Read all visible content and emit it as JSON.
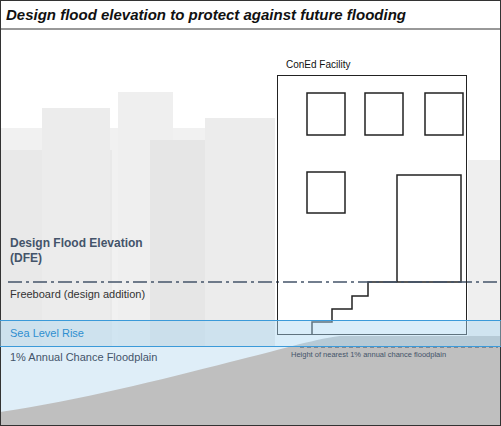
{
  "diagram": {
    "title": "Design flood elevation to protect against future flooding",
    "nodes": [
      {
        "text": [
          "ConEd Facility"
        ]
      },
      {
        "text": [
          "Sea Level Rise"
        ]
      }
    ],
    "labels": [
      "Design Flood Elevation (DFE)",
      "Freeboard (design addition)",
      "1% Annual Chance Floodplain",
      "Height of nearest 1% annual chance floodplain"
    ]
  }
}
